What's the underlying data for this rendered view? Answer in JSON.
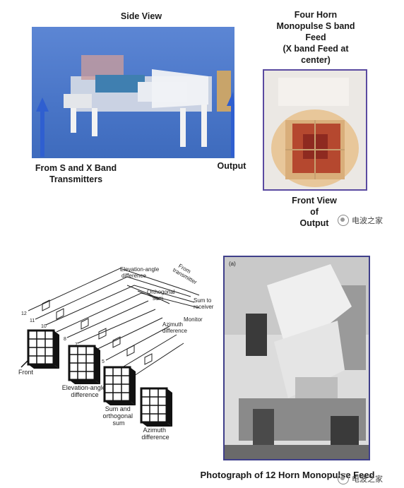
{
  "labels": {
    "side_view": "Side View",
    "feed_title": [
      "Four Horn",
      "Monopulse S band",
      "Feed",
      "(X band Feed at",
      "center)"
    ],
    "from_transmitters": [
      "From S and X Band",
      "Transmitters"
    ],
    "output": "Output",
    "front_view": [
      "Front View",
      "of",
      "Output"
    ],
    "photo_caption": "Photograph of 12 Horn Monopulse Feed"
  },
  "diagram": {
    "elevation_angle_difference_top": [
      "Elevation-angle",
      "difference"
    ],
    "orthogonal_sum": [
      "Orthogonal",
      "sum"
    ],
    "from_transmitter": [
      "From",
      "transmitter"
    ],
    "sum_to_receiver": [
      "Sum to",
      "receiver"
    ],
    "azimuth_difference_mid": [
      "Azimuth",
      "difference"
    ],
    "monitor": "Monitor",
    "front": "Front",
    "elevation_angle_difference": [
      "Elevation-angle",
      "difference"
    ],
    "sum_and_orthogonal_sum": [
      "Sum and",
      "orthogonal",
      "sum"
    ],
    "azimuth_difference": [
      "Azimuth",
      "difference"
    ],
    "photo_tag": "(a)"
  },
  "watermark": "电波之家",
  "colors": {
    "photo_bg_blue": "#4a76c8",
    "arrow_blue": "#2f5fd0",
    "border": "#5a4aa0"
  }
}
